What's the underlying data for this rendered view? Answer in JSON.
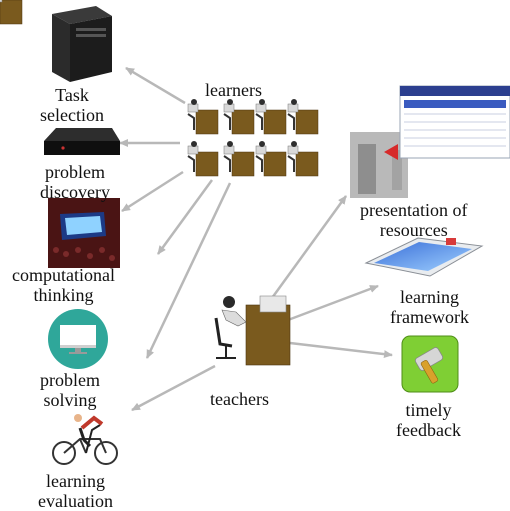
{
  "labels": {
    "learners": "learners",
    "teachers": "teachers",
    "task_selection": [
      "Task",
      "selection"
    ],
    "problem_discovery": [
      "problem",
      "discovery"
    ],
    "computational_thinking": [
      "computational",
      "thinking"
    ],
    "problem_solving": [
      "problem",
      "solving"
    ],
    "learning_evaluation": [
      "learning",
      "evaluation"
    ],
    "presentation_of_resources": [
      "presentation of",
      "resources"
    ],
    "learning_framework": [
      "learning",
      "framework"
    ],
    "timely_feedback": [
      "timely",
      "feedback"
    ]
  },
  "colors": {
    "arrow": "#b8b8b8",
    "desk": "#7a5a1e",
    "label_text": "#111111"
  },
  "icons": {
    "task_selection": "computer-tower-icon",
    "problem_discovery": "router-device-icon",
    "computational_thinking": "stadium-screen-icon",
    "problem_solving": "monitor-circle-icon",
    "learning_evaluation": "cyclist-icon",
    "presentation_of_resources": "web-page-screenshot-icon",
    "learning_framework": "tablet-icon",
    "timely_feedback": "hammer-badge-icon",
    "learners": "student-desks-icon",
    "teachers": "teacher-desk-icon"
  }
}
